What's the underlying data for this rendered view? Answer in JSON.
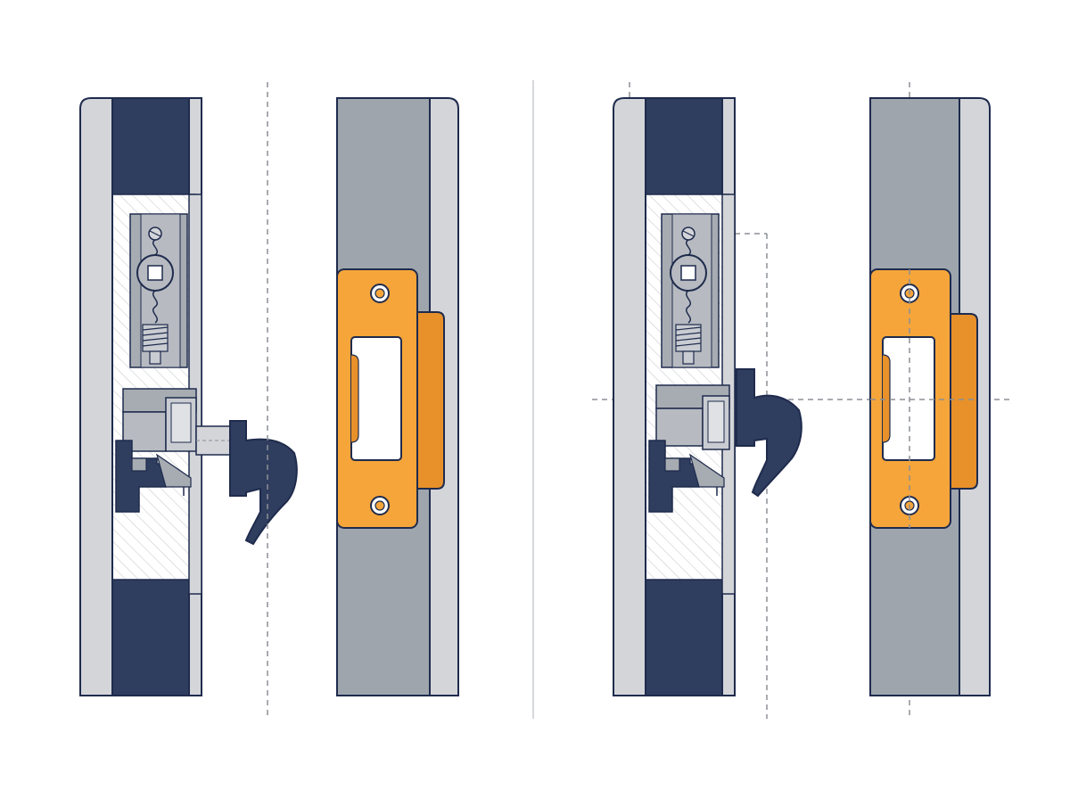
{
  "figure": {
    "panels": [
      {
        "id": "left",
        "state": "latch-extended-offset"
      },
      {
        "id": "right",
        "state": "latch-aligned-with-strike"
      }
    ]
  },
  "colors": {
    "navy": "#2f3d5e",
    "outline": "#1f2b4d",
    "light_gray": "#d3d5d9",
    "mid_gray": "#9ea5ad",
    "mech_gray": "#a7acb2",
    "hatch": "#c9ccd1",
    "orange": "#f5a53a",
    "orange_dark": "#e8912a",
    "guide": "#8b8f96",
    "white": "#ffffff"
  }
}
